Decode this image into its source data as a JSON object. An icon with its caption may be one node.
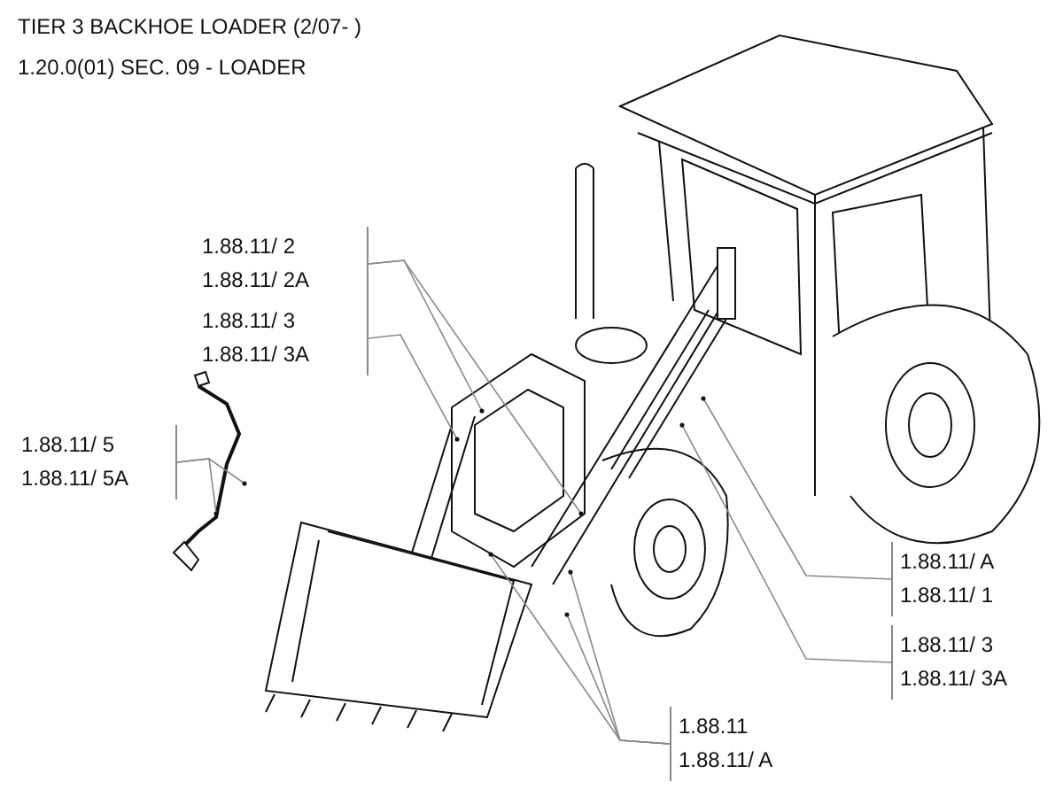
{
  "diagram": {
    "title": "TIER 3 BACKHOE LOADER (2/07- )",
    "nodes": [
      {
        "text": [
          "1.88.11/ 2",
          "1.88.11/ 2A"
        ]
      },
      {
        "text": [
          "1.88.11/ 3",
          "1.88.11/ 3A"
        ]
      },
      {
        "text": [
          "1.88.11/ 5",
          "1.88.11/ 5A"
        ]
      },
      {
        "text": [
          "1.88.11/ A",
          "1.88.11/ 1"
        ]
      },
      {
        "text": [
          "1.88.11/ 3",
          "1.88.11/ 3A"
        ]
      },
      {
        "text": [
          "1.88.11",
          "1.88.11/ A"
        ]
      }
    ],
    "edges": [
      {
        "from": 0,
        "to": null,
        "arrow": "other"
      },
      {
        "from": 0,
        "to": null,
        "arrow": "other"
      },
      {
        "from": 1,
        "to": null,
        "arrow": "other"
      },
      {
        "from": 2,
        "to": null,
        "arrow": "other"
      },
      {
        "from": 2,
        "to": null,
        "arrow": "other"
      },
      {
        "from": 3,
        "to": null,
        "arrow": "other"
      },
      {
        "from": 4,
        "to": null,
        "arrow": "other"
      },
      {
        "from": 5,
        "to": null,
        "arrow": "other"
      },
      {
        "from": 5,
        "to": null,
        "arrow": "other"
      },
      {
        "from": 5,
        "to": null,
        "arrow": "other"
      }
    ],
    "labels": [
      "1.20.0(01) SEC. 09 - LOADER"
    ]
  }
}
